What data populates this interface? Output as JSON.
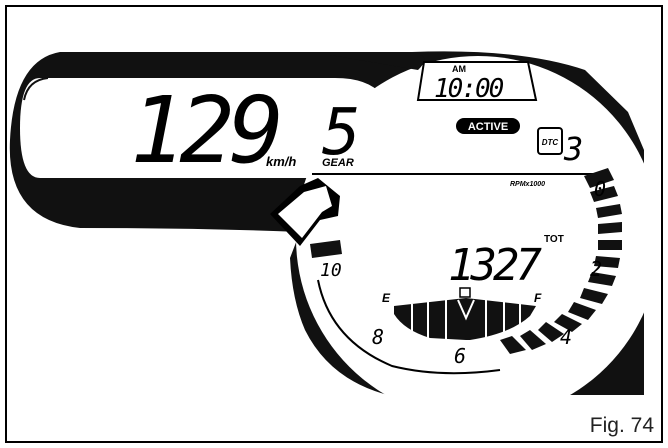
{
  "figure_label": "Fig. 74",
  "speed": {
    "value": "129",
    "unit": "km/h"
  },
  "gear": {
    "value": "5",
    "label": "GEAR"
  },
  "clock": {
    "period": "AM",
    "time": "10:00"
  },
  "status_badge": "ACTIVE",
  "dtc": {
    "label": "DTC",
    "value": "3"
  },
  "rpm_label": "RPMx1000",
  "odometer": {
    "value": "1327",
    "label": "TOT"
  },
  "tacho_ticks": [
    "0",
    "2",
    "4",
    "6",
    "8",
    "10"
  ],
  "fuel": {
    "empty_label": "E",
    "full_label": "F",
    "level_fraction": 0.45
  }
}
